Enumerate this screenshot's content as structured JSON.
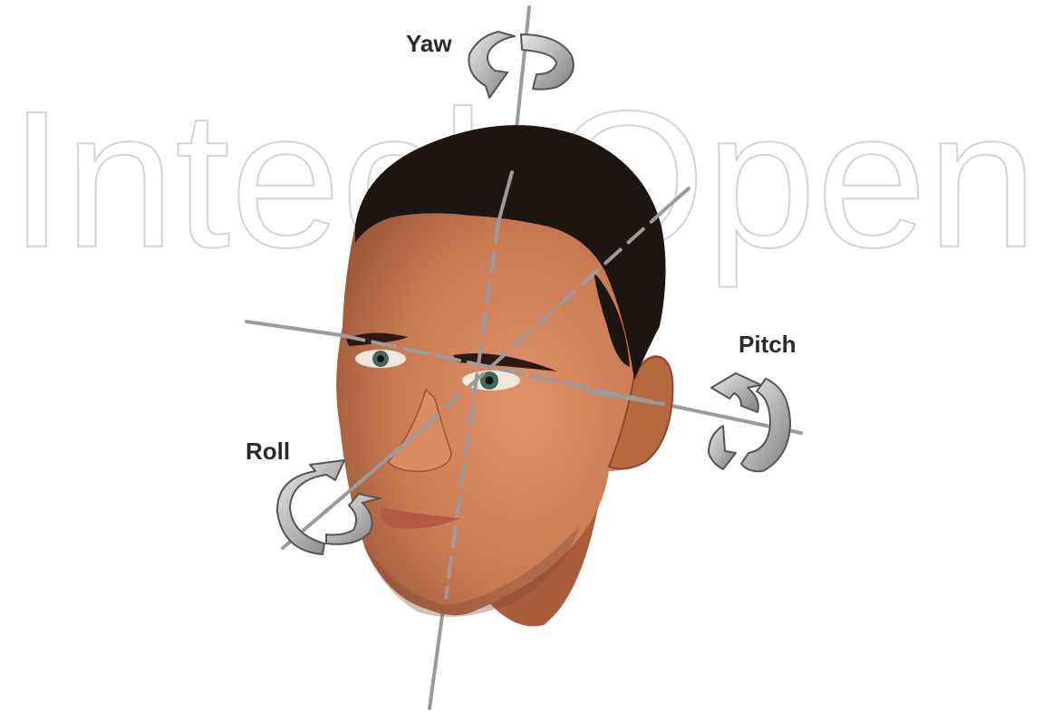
{
  "watermark": {
    "text": "IntechOpen"
  },
  "labels": {
    "yaw": "Yaw",
    "pitch": "Pitch",
    "roll": "Roll"
  },
  "colors": {
    "axis": "#9b9b9b",
    "arrow_fill": "#bdbdbd",
    "arrow_stroke": "#555555",
    "label": "#2a2a2a",
    "skin": "#c77a4f",
    "hair": "#1c1510",
    "watermark": "#d4d4d4"
  },
  "icons": {
    "yaw": "rotation-arrow-icon",
    "pitch": "rotation-arrow-icon",
    "roll": "rotation-arrow-icon"
  }
}
